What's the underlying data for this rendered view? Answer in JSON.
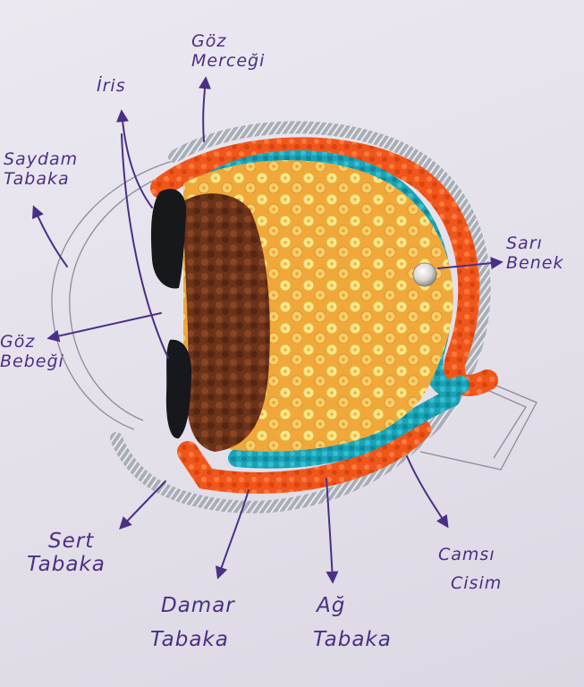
{
  "labels": {
    "goz_mercegi": [
      "Göz",
      "Merceği"
    ],
    "iris": [
      "İris"
    ],
    "saydam_tabaka": [
      "Saydam",
      "Tabaka"
    ],
    "goz_bebegi": [
      "Göz",
      "Bebeği"
    ],
    "sari_benek": [
      "Sarı",
      "Benek"
    ],
    "sert_tabaka": [
      "Sert",
      "Tabaka"
    ],
    "damar_tabaka": [
      "Damar",
      "Tabaka"
    ],
    "ag_tabaka": [
      "Ağ",
      "Tabaka"
    ],
    "camsi_cisim": [
      "Camsı",
      "Cisim"
    ]
  },
  "colors": {
    "paper": "#e6e2ec",
    "ink": "#4a2f86",
    "silver_tinsel": "#b9bcc4",
    "orange_layer": "#f0561c",
    "teal_layer": "#1aa3b6",
    "brown_layer": "#6b3319",
    "sequins": "#f2a73a",
    "black_iris": "#17181c"
  },
  "icons": [
    "pearl-bead-icon",
    "arrow-icon"
  ]
}
